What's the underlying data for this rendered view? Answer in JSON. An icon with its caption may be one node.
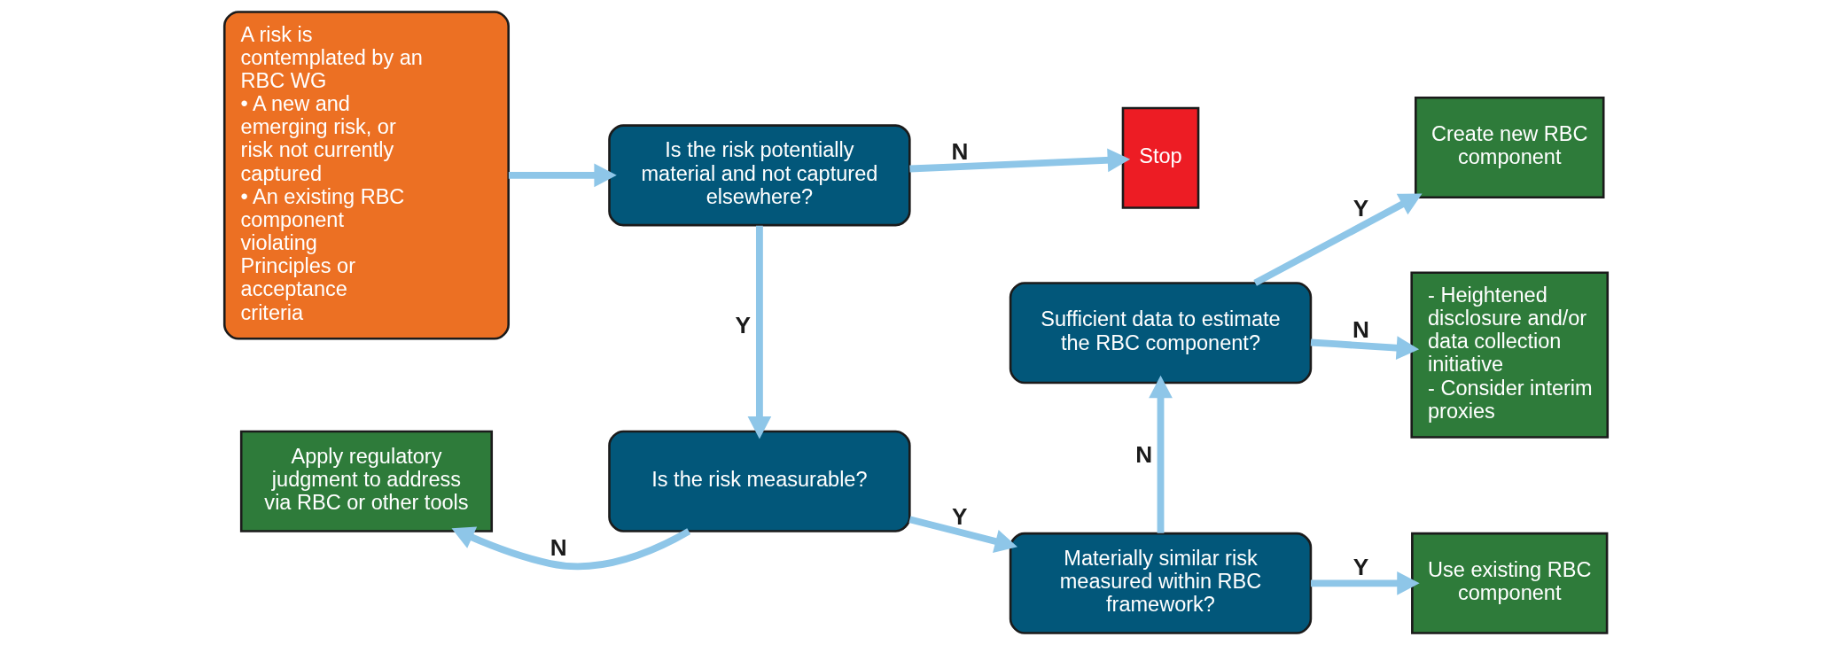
{
  "diagram": {
    "nodes": [
      {
        "text": [
          "A risk is contemplated by an RBC WG",
          "• A new and emerging risk, or risk not currently captured",
          "• An existing RBC component violating Principles or acceptance criteria"
        ]
      },
      {
        "text": [
          "Is the risk potentially material and not captured elsewhere?"
        ]
      },
      {
        "text": [
          "Stop"
        ]
      },
      {
        "text": [
          "Sufficient data to estimate the RBC component?"
        ]
      },
      {
        "text": [
          "Create new RBC component"
        ]
      },
      {
        "text": [
          "- Heightened disclosure and/or data collection initiative",
          "- Consider interim proxies"
        ]
      },
      {
        "text": [
          "Apply regulatory judgment to address via RBC or other tools"
        ]
      },
      {
        "text": [
          "Is the risk measurable?"
        ]
      },
      {
        "text": [
          "Materially similar risk measured within RBC framework?"
        ]
      },
      {
        "text": [
          "Use existing RBC component"
        ]
      }
    ],
    "edges": [
      {
        "from": 0,
        "to": 1,
        "arrow": "to"
      },
      {
        "from": 1,
        "to": 2,
        "arrow": "to",
        "label": "N"
      },
      {
        "from": 1,
        "to": 7,
        "arrow": "to",
        "label": "Y"
      },
      {
        "from": 7,
        "to": 6,
        "arrow": "to",
        "label": "N"
      },
      {
        "from": 7,
        "to": 8,
        "arrow": "to",
        "label": "Y"
      },
      {
        "from": 8,
        "to": 3,
        "arrow": "to",
        "label": "N"
      },
      {
        "from": 8,
        "to": 9,
        "arrow": "to",
        "label": "Y"
      },
      {
        "from": 3,
        "to": 4,
        "arrow": "to",
        "label": "Y"
      },
      {
        "from": 3,
        "to": 5,
        "arrow": "to",
        "label": "N"
      }
    ]
  }
}
